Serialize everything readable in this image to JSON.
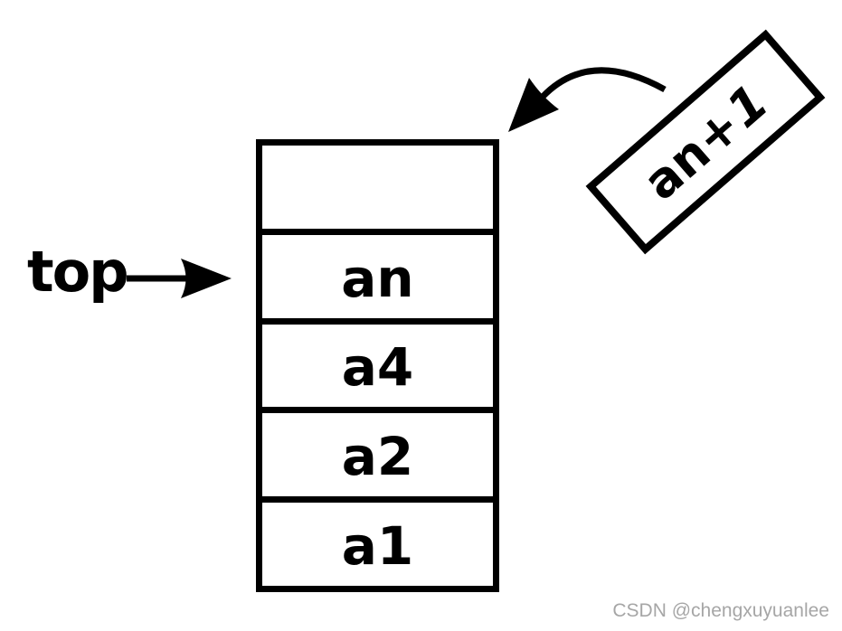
{
  "diagram": {
    "title_hint": "stack push operation diagram",
    "top_label": "top"
  },
  "stack": {
    "cells": [
      {
        "label": ""
      },
      {
        "label": "an"
      },
      {
        "label": "a4"
      },
      {
        "label": "a2"
      },
      {
        "label": "a1"
      }
    ]
  },
  "pushed": {
    "label": "an+1",
    "base": "an+",
    "italic_part": "1"
  },
  "watermark": {
    "text": "CSDN @chengxuyuanlee"
  },
  "colors": {
    "ink": "#000000",
    "background": "#ffffff",
    "watermark": "#a6a6a6"
  }
}
